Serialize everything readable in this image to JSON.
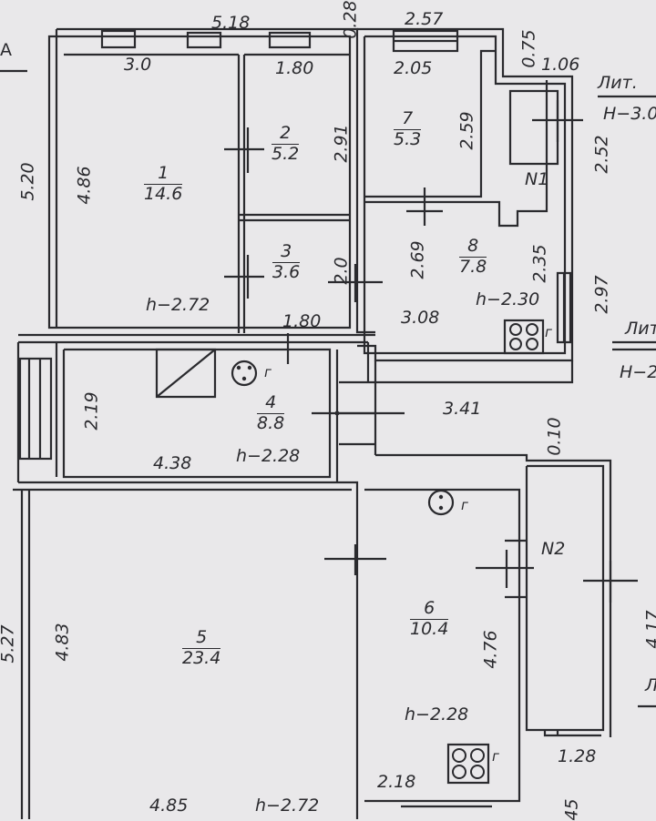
{
  "rooms": [
    {
      "id": "1",
      "area": "14.6",
      "height": "h−2.72"
    },
    {
      "id": "2",
      "area": "5.2"
    },
    {
      "id": "3",
      "area": "3.6"
    },
    {
      "id": "4",
      "area": "8.8",
      "height": "h−2.28"
    },
    {
      "id": "5",
      "area": "23.4",
      "height": "h−2.72"
    },
    {
      "id": "6",
      "area": "10.4",
      "height": "h−2.28"
    },
    {
      "id": "7",
      "area": "5.3"
    },
    {
      "id": "8",
      "area": "7.8",
      "height": "h−2.30"
    }
  ],
  "dimensions": {
    "top_518": "5.18",
    "top_028": "0.28",
    "top_257": "2.57",
    "r1_30": "3.0",
    "r1_180": "1.80",
    "r7_205": "2.05",
    "top_075": "0.75",
    "top_106": "1.06",
    "left_520": "5.20",
    "r1_486": "4.86",
    "r2_291": "2.91",
    "r7_259": "2.59",
    "right_252": "2.52",
    "r3_20": "2.0",
    "r8_269": "2.69",
    "r8_235": "2.35",
    "right_297": "2.97",
    "r3_180": "1.80",
    "r8_308": "3.08",
    "r4_219": "2.19",
    "r4_341": "3.41",
    "r4_438": "4.38",
    "mid_010": "0.10",
    "left_527": "5.27",
    "r5_483": "4.83",
    "r6_476": "4.76",
    "right_417": "4.17",
    "v_128": "1.28",
    "r6_218": "2.18",
    "r5_485": "4.85",
    "bot_45": "45"
  },
  "labels": {
    "n1": "N1",
    "n2": "N2",
    "lit1": "Лит.",
    "lit1_h": "H−3.0",
    "lit2": "Лит",
    "lit2_h": "H−2",
    "a_mark": "A",
    "l_mark": "Л",
    "gas1": "г",
    "gas2": "г",
    "stove1": "г",
    "stove2": "г"
  },
  "colors": {
    "paper": "#e9e8ea",
    "ink": "#2a2a2e"
  }
}
